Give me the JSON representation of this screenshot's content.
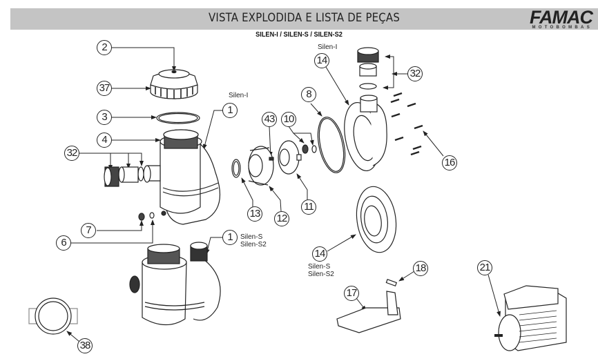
{
  "header": {
    "title": "VISTA EXPLODIDA E LISTA DE PEÇAS",
    "subtitle": "SILEN-I / SILEN-S / SILEN-S2",
    "colors": {
      "bar": "#c4c4c4",
      "text": "#222222"
    }
  },
  "logo": {
    "brand": "FAMAC",
    "tagline": "MOTOBOMBAS"
  },
  "callouts": [
    {
      "id": "c2",
      "label": "2"
    },
    {
      "id": "c37",
      "label": "37"
    },
    {
      "id": "c3",
      "label": "3"
    },
    {
      "id": "c1a",
      "label": "1"
    },
    {
      "id": "c4",
      "label": "4"
    },
    {
      "id": "c32a",
      "label": "32"
    },
    {
      "id": "c7",
      "label": "7"
    },
    {
      "id": "c6",
      "label": "6"
    },
    {
      "id": "c1b",
      "label": "1"
    },
    {
      "id": "c38",
      "label": "38"
    },
    {
      "id": "c43",
      "label": "43"
    },
    {
      "id": "c10",
      "label": "10"
    },
    {
      "id": "c8",
      "label": "8"
    },
    {
      "id": "c13",
      "label": "13"
    },
    {
      "id": "c12",
      "label": "12"
    },
    {
      "id": "c11",
      "label": "11"
    },
    {
      "id": "c14a",
      "label": "14"
    },
    {
      "id": "c32b",
      "label": "32"
    },
    {
      "id": "c16",
      "label": "16"
    },
    {
      "id": "c14b",
      "label": "14"
    },
    {
      "id": "c18",
      "label": "18"
    },
    {
      "id": "c17",
      "label": "17"
    },
    {
      "id": "c21",
      "label": "21"
    }
  ],
  "variant_labels": {
    "silen_i_body": "Silen-I",
    "silen_s_body": [
      "Silen-S",
      "Silen-S2"
    ],
    "silen_i_volute": "Silen-I",
    "silen_s_volute": [
      "Silen-S",
      "Silen-S2"
    ]
  }
}
